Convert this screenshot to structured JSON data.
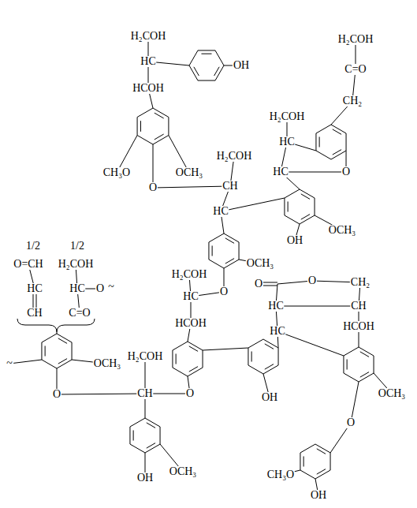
{
  "diagram": {
    "labels": [
      "H₂COH",
      "HC",
      "HCOH",
      "OH",
      "CH₃O",
      "OCH₃",
      "O",
      "H₂COH",
      "C=O",
      "CH₂",
      "H₂COH",
      "HC",
      "HC",
      "O",
      "H₂COH",
      "CH",
      "HC",
      "OH",
      "OCH₃",
      "1/2",
      "1/2",
      "O=CH",
      "H₂COH",
      "HC",
      "HC",
      "O",
      "~",
      "CH",
      "C=O",
      "OCH₃",
      "O",
      "H₂COH",
      "HC",
      "HCOH",
      "O",
      "O",
      "CH₂",
      "HC",
      "CH",
      "HC",
      "HCOH",
      "~",
      "OCH₃",
      "H₂COH",
      "CH",
      "O",
      "O",
      "OH",
      "OCH₃",
      "O",
      "OCH₃",
      "OH",
      "CH₃O",
      "OH"
    ]
  }
}
